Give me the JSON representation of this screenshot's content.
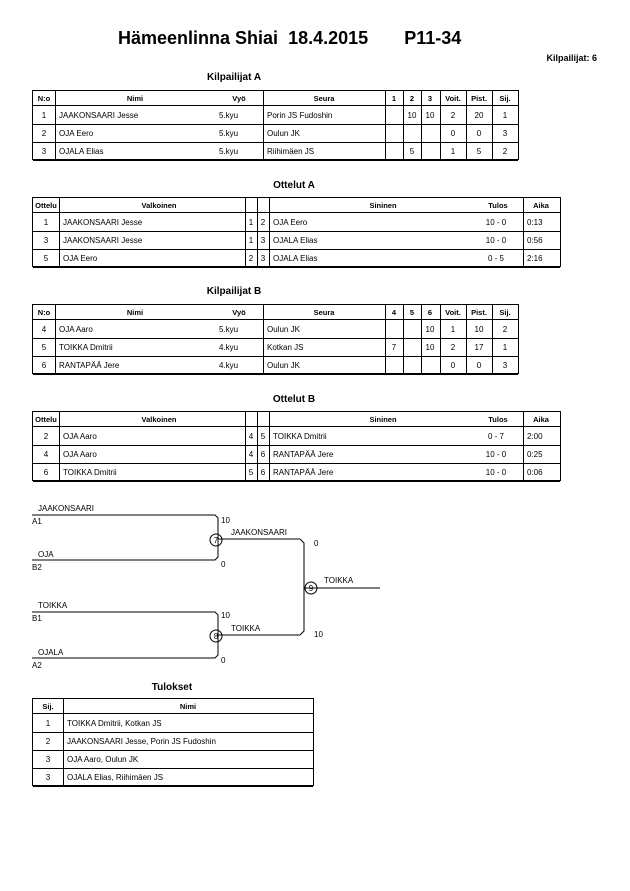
{
  "title": {
    "event": "Hämeenlinna Shiai",
    "date": "18.4.2015",
    "class": "P11-34"
  },
  "competitor_count": "Kilpailijat: 6",
  "group_a": {
    "heading": "Kilpailijat A",
    "headers": [
      "N:o",
      "Nimi",
      "Vyö",
      "Seura",
      "1",
      "2",
      "3",
      "Voit.",
      "Pist.",
      "Sij."
    ],
    "rows": [
      {
        "no": "1",
        "name": "JAAKONSAARI Jesse",
        "belt": "5.kyu",
        "club": "Porin JS Fudoshin",
        "r1": "",
        "r2": "10",
        "r3": "10",
        "wins": "2",
        "points": "20",
        "place": "1"
      },
      {
        "no": "2",
        "name": "OJA Eero",
        "belt": "5.kyu",
        "club": "Oulun JK",
        "r1": "",
        "r2": "",
        "r3": "",
        "wins": "0",
        "points": "0",
        "place": "3"
      },
      {
        "no": "3",
        "name": "OJALA Elias",
        "belt": "5.kyu",
        "club": "Riihimäen JS",
        "r1": "",
        "r2": "5",
        "r3": "",
        "wins": "1",
        "points": "5",
        "place": "2"
      }
    ]
  },
  "matches_a": {
    "heading": "Ottelut A",
    "headers": [
      "Ottelu",
      "Valkoinen",
      "Sininen",
      "Tulos",
      "Aika"
    ],
    "rows": [
      {
        "match": "1",
        "white": "JAAKONSAARI Jesse",
        "wn": "1",
        "bn": "2",
        "blue": "OJA Eero",
        "result": "10 - 0",
        "time": "0:13"
      },
      {
        "match": "3",
        "white": "JAAKONSAARI Jesse",
        "wn": "1",
        "bn": "3",
        "blue": "OJALA Elias",
        "result": "10 - 0",
        "time": "0:56"
      },
      {
        "match": "5",
        "white": "OJA Eero",
        "wn": "2",
        "bn": "3",
        "blue": "OJALA Elias",
        "result": "0 - 5",
        "time": "2:16"
      }
    ]
  },
  "group_b": {
    "heading": "Kilpailijat B",
    "headers": [
      "N:o",
      "Nimi",
      "Vyö",
      "Seura",
      "4",
      "5",
      "6",
      "Voit.",
      "Pist.",
      "Sij."
    ],
    "rows": [
      {
        "no": "4",
        "name": "OJA Aaro",
        "belt": "5.kyu",
        "club": "Oulun JK",
        "r1": "",
        "r2": "",
        "r3": "10",
        "wins": "1",
        "points": "10",
        "place": "2"
      },
      {
        "no": "5",
        "name": "TOIKKA Dmitrii",
        "belt": "4.kyu",
        "club": "Kotkan JS",
        "r1": "7",
        "r2": "",
        "r3": "10",
        "wins": "2",
        "points": "17",
        "place": "1"
      },
      {
        "no": "6",
        "name": "RANTAPÄÄ Jere",
        "belt": "4.kyu",
        "club": "Oulun JK",
        "r1": "",
        "r2": "",
        "r3": "",
        "wins": "0",
        "points": "0",
        "place": "3"
      }
    ]
  },
  "matches_b": {
    "heading": "Ottelut B",
    "headers": [
      "Ottelu",
      "Valkoinen",
      "Sininen",
      "Tulos",
      "Aika"
    ],
    "rows": [
      {
        "match": "2",
        "white": "OJA Aaro",
        "wn": "4",
        "bn": "5",
        "blue": "TOIKKA Dmitrii",
        "result": "0 - 7",
        "time": "2:00"
      },
      {
        "match": "4",
        "white": "OJA Aaro",
        "wn": "4",
        "bn": "6",
        "blue": "RANTAPÄÄ Jere",
        "result": "10 - 0",
        "time": "0:25"
      },
      {
        "match": "6",
        "white": "TOIKKA Dmitrii",
        "wn": "5",
        "bn": "6",
        "blue": "RANTAPÄÄ Jere",
        "result": "10 - 0",
        "time": "0:06"
      }
    ]
  },
  "bracket": {
    "semi1": {
      "top_name": "JAAKONSAARI",
      "top_seed": "A1",
      "top_score": "10",
      "bottom_name": "OJA",
      "bottom_seed": "B2",
      "bottom_score": "0",
      "match": "7",
      "winner": "JAAKONSAARI"
    },
    "semi2": {
      "top_name": "TOIKKA",
      "top_seed": "B1",
      "top_score": "10",
      "bottom_name": "OJALA",
      "bottom_seed": "A2",
      "bottom_score": "0",
      "match": "8",
      "winner": "TOIKKA"
    },
    "final": {
      "top_score": "0",
      "bottom_score": "10",
      "match": "9",
      "winner": "TOIKKA"
    }
  },
  "results": {
    "heading": "Tulokset",
    "headers": [
      "Sij.",
      "Nimi"
    ],
    "rows": [
      {
        "place": "1",
        "name": "TOIKKA Dmitrii, Kotkan JS"
      },
      {
        "place": "2",
        "name": "JAAKONSAARI Jesse, Porin JS Fudoshin"
      },
      {
        "place": "3",
        "name": "OJA Aaro, Oulun JK"
      },
      {
        "place": "3",
        "name": "OJALA Elias, Riihimäen JS"
      }
    ]
  }
}
